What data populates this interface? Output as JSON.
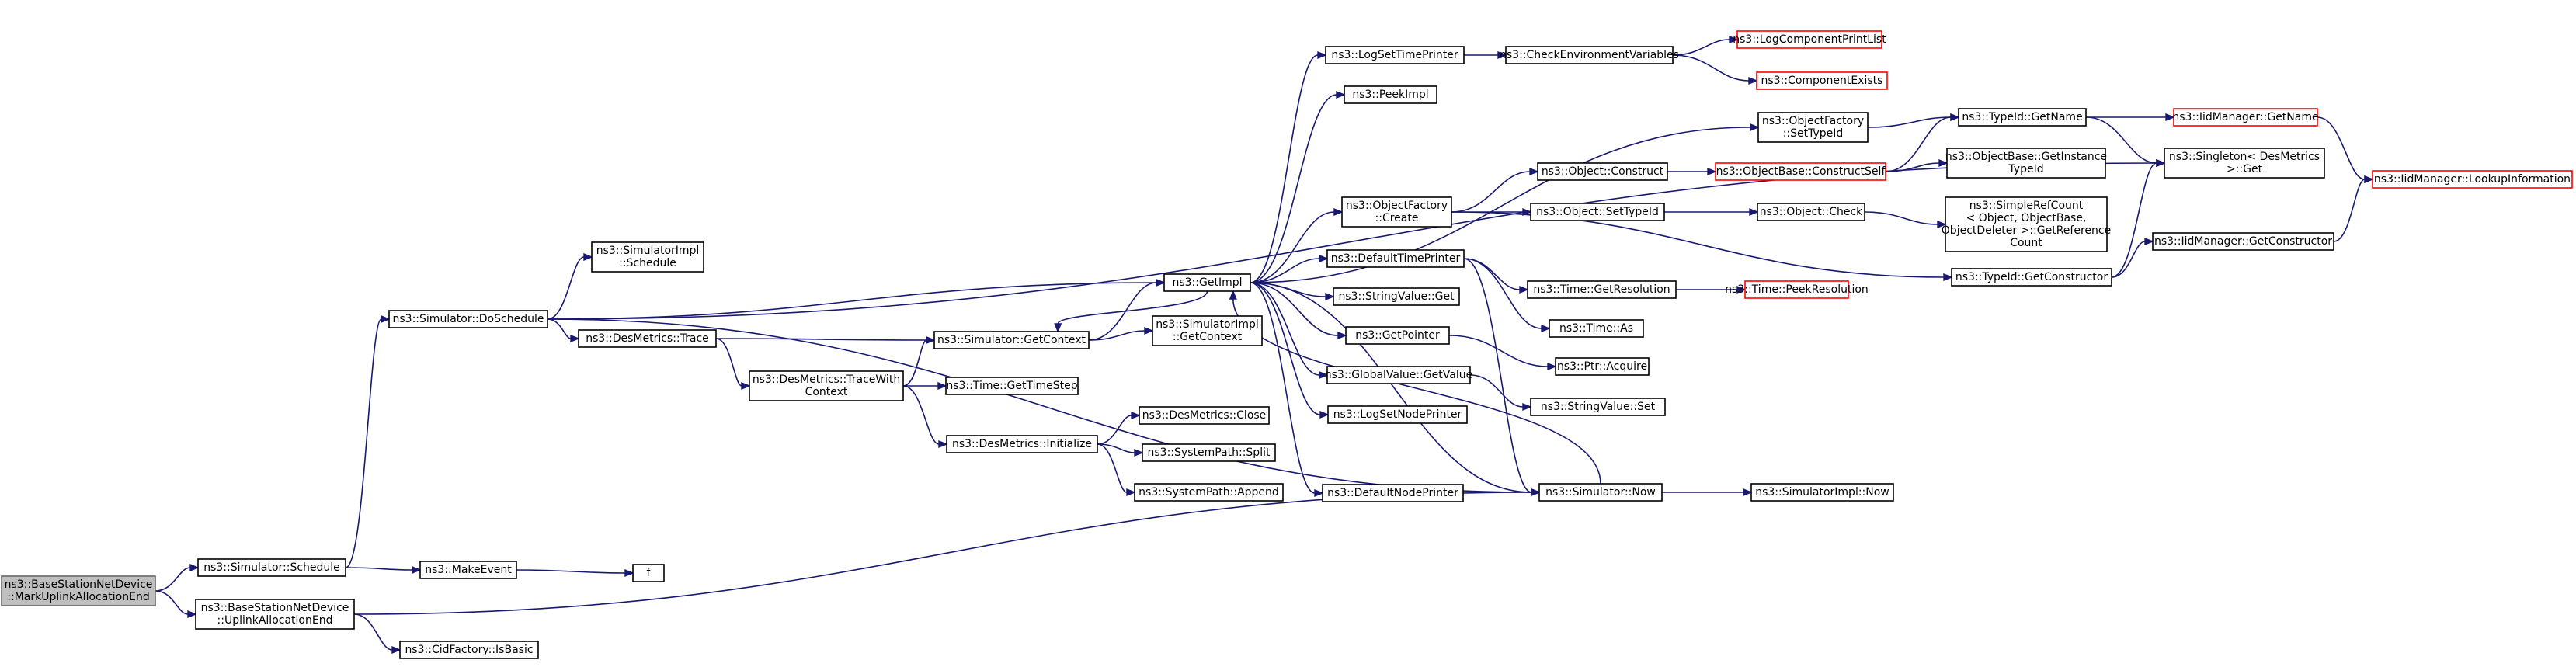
{
  "diagram": {
    "colors": {
      "edge": "#191970",
      "node_border": "#000000",
      "node_fill": "#ffffff",
      "missing_border": "#ff0000",
      "root_fill": "#bfbfbf",
      "root_border": "#666666"
    },
    "nodes": {
      "mark_uplink": {
        "lines": [
          "ns3::BaseStationNetDevice",
          "::MarkUplinkAllocationEnd"
        ],
        "style": "root"
      },
      "sim_schedule": {
        "lines": [
          "ns3::Simulator::Schedule"
        ],
        "style": "normal"
      },
      "bs_uplink_end": {
        "lines": [
          "ns3::BaseStationNetDevice",
          "::UplinkAllocationEnd"
        ],
        "style": "normal"
      },
      "sim_doschedule": {
        "lines": [
          "ns3::Simulator::DoSchedule"
        ],
        "style": "normal"
      },
      "make_event": {
        "lines": [
          "ns3::MakeEvent"
        ],
        "style": "normal"
      },
      "cid_isbasic": {
        "lines": [
          "ns3::CidFactory::IsBasic"
        ],
        "style": "normal"
      },
      "simimpl_schedule": {
        "lines": [
          "ns3::SimulatorImpl",
          "::Schedule"
        ],
        "style": "normal"
      },
      "des_trace": {
        "lines": [
          "ns3::DesMetrics::Trace"
        ],
        "style": "normal"
      },
      "f": {
        "lines": [
          "f"
        ],
        "style": "normal"
      },
      "des_tracewith": {
        "lines": [
          "ns3::DesMetrics::TraceWith",
          "Context"
        ],
        "style": "normal"
      },
      "sim_getcontext": {
        "lines": [
          "ns3::Simulator::GetContext"
        ],
        "style": "normal"
      },
      "time_getstep": {
        "lines": [
          "ns3::Time::GetTimeStep"
        ],
        "style": "normal"
      },
      "des_initialize": {
        "lines": [
          "ns3::DesMetrics::Initialize"
        ],
        "style": "normal"
      },
      "getimpl": {
        "lines": [
          "ns3::GetImpl"
        ],
        "style": "normal"
      },
      "simimpl_getcontext": {
        "lines": [
          "ns3::SimulatorImpl",
          "::GetContext"
        ],
        "style": "normal"
      },
      "des_close": {
        "lines": [
          "ns3::DesMetrics::Close"
        ],
        "style": "normal"
      },
      "syspath_split": {
        "lines": [
          "ns3::SystemPath::Split"
        ],
        "style": "normal"
      },
      "syspath_append": {
        "lines": [
          "ns3::SystemPath::Append"
        ],
        "style": "normal"
      },
      "logsettimeprinter": {
        "lines": [
          "ns3::LogSetTimePrinter"
        ],
        "style": "normal"
      },
      "peekimpl": {
        "lines": [
          "ns3::PeekImpl"
        ],
        "style": "normal"
      },
      "objfactory_create": {
        "lines": [
          "ns3::ObjectFactory",
          "::Create"
        ],
        "style": "normal"
      },
      "defaulttimeprinter": {
        "lines": [
          "ns3::DefaultTimePrinter"
        ],
        "style": "normal"
      },
      "stringvalue_get": {
        "lines": [
          "ns3::StringValue::Get"
        ],
        "style": "normal"
      },
      "getpointer": {
        "lines": [
          "ns3::GetPointer"
        ],
        "style": "normal"
      },
      "globalvalue_getvalue": {
        "lines": [
          "ns3::GlobalValue::GetValue"
        ],
        "style": "normal"
      },
      "logsetnodeprinter": {
        "lines": [
          "ns3::LogSetNodePrinter"
        ],
        "style": "normal"
      },
      "defaultnodeprinter": {
        "lines": [
          "ns3::DefaultNodePrinter"
        ],
        "style": "normal"
      },
      "checkenv": {
        "lines": [
          "ns3::CheckEnvironmentVariables"
        ],
        "style": "normal"
      },
      "objfactory_settypeid": {
        "lines": [
          "ns3::ObjectFactory",
          "::SetTypeId"
        ],
        "style": "normal"
      },
      "object_construct": {
        "lines": [
          "ns3::Object::Construct"
        ],
        "style": "normal"
      },
      "object_settypeid": {
        "lines": [
          "ns3::Object::SetTypeId"
        ],
        "style": "normal"
      },
      "time_getresolution": {
        "lines": [
          "ns3::Time::GetResolution"
        ],
        "style": "normal"
      },
      "time_as": {
        "lines": [
          "ns3::Time::As"
        ],
        "style": "normal"
      },
      "ptr_acquire": {
        "lines": [
          "ns3::Ptr::Acquire"
        ],
        "style": "normal"
      },
      "stringvalue_set": {
        "lines": [
          "ns3::StringValue::Set"
        ],
        "style": "normal"
      },
      "sim_now": {
        "lines": [
          "ns3::Simulator::Now"
        ],
        "style": "normal"
      },
      "logcomponentprintlist": {
        "lines": [
          "ns3::LogComponentPrintList"
        ],
        "style": "missing"
      },
      "componentexists": {
        "lines": [
          "ns3::ComponentExists"
        ],
        "style": "missing"
      },
      "objbase_constructself": {
        "lines": [
          "ns3::ObjectBase::ConstructSelf"
        ],
        "style": "missing"
      },
      "object_check": {
        "lines": [
          "ns3::Object::Check"
        ],
        "style": "normal"
      },
      "time_peekresolution": {
        "lines": [
          "ns3::Time::PeekResolution"
        ],
        "style": "missing"
      },
      "simimpl_now": {
        "lines": [
          "ns3::SimulatorImpl::Now"
        ],
        "style": "normal"
      },
      "typeid_getname": {
        "lines": [
          "ns3::TypeId::GetName"
        ],
        "style": "normal"
      },
      "objbase_getinstance": {
        "lines": [
          "ns3::ObjectBase::GetInstance",
          "TypeId"
        ],
        "style": "normal"
      },
      "simplerefcount": {
        "lines": [
          "ns3::SimpleRefCount",
          "< Object, ObjectBase,",
          "ObjectDeleter >::GetReference",
          "Count"
        ],
        "style": "normal"
      },
      "typeid_getconstructor": {
        "lines": [
          "ns3::TypeId::GetConstructor"
        ],
        "style": "normal"
      },
      "iidmanager_getname": {
        "lines": [
          "ns3::IidManager::GetName"
        ],
        "style": "missing"
      },
      "singleton_get": {
        "lines": [
          "ns3::Singleton< DesMetrics",
          ">::Get"
        ],
        "style": "normal"
      },
      "iidmanager_getconstructor": {
        "lines": [
          "ns3::IidManager::GetConstructor"
        ],
        "style": "normal"
      },
      "iidmanager_lookup": {
        "lines": [
          "ns3::IidManager::LookupInformation"
        ],
        "style": "missing"
      }
    },
    "edges": [
      [
        "mark_uplink",
        "sim_schedule"
      ],
      [
        "mark_uplink",
        "bs_uplink_end"
      ],
      [
        "sim_schedule",
        "sim_doschedule"
      ],
      [
        "sim_schedule",
        "make_event"
      ],
      [
        "bs_uplink_end",
        "cid_isbasic"
      ],
      [
        "bs_uplink_end",
        "sim_now"
      ],
      [
        "sim_doschedule",
        "simimpl_schedule"
      ],
      [
        "sim_doschedule",
        "des_trace"
      ],
      [
        "sim_doschedule",
        "getimpl"
      ],
      [
        "sim_doschedule",
        "singleton_get"
      ],
      [
        "sim_doschedule",
        "sim_now"
      ],
      [
        "make_event",
        "f"
      ],
      [
        "des_trace",
        "des_tracewith"
      ],
      [
        "des_trace",
        "sim_getcontext"
      ],
      [
        "des_tracewith",
        "sim_getcontext"
      ],
      [
        "des_tracewith",
        "time_getstep"
      ],
      [
        "des_tracewith",
        "des_initialize"
      ],
      [
        "sim_getcontext",
        "getimpl"
      ],
      [
        "sim_getcontext",
        "simimpl_getcontext"
      ],
      [
        "des_initialize",
        "des_close"
      ],
      [
        "des_initialize",
        "syspath_split"
      ],
      [
        "des_initialize",
        "syspath_append"
      ],
      [
        "getimpl",
        "logsettimeprinter"
      ],
      [
        "getimpl",
        "peekimpl"
      ],
      [
        "getimpl",
        "objfactory_settypeid"
      ],
      [
        "getimpl",
        "objfactory_create"
      ],
      [
        "getimpl",
        "defaulttimeprinter"
      ],
      [
        "getimpl",
        "stringvalue_get"
      ],
      [
        "getimpl",
        "getpointer"
      ],
      [
        "getimpl",
        "globalvalue_getvalue"
      ],
      [
        "getimpl",
        "logsetnodeprinter"
      ],
      [
        "getimpl",
        "defaultnodeprinter"
      ],
      [
        "getimpl",
        "sim_now"
      ],
      [
        "getimpl",
        "sim_getcontext"
      ],
      [
        "sim_now",
        "getimpl"
      ],
      [
        "sim_now",
        "simimpl_now"
      ],
      [
        "logsettimeprinter",
        "checkenv"
      ],
      [
        "checkenv",
        "logcomponentprintlist"
      ],
      [
        "checkenv",
        "componentexists"
      ],
      [
        "objfactory_create",
        "object_construct"
      ],
      [
        "objfactory_create",
        "object_settypeid"
      ],
      [
        "objfactory_create",
        "typeid_getconstructor"
      ],
      [
        "defaulttimeprinter",
        "time_getresolution"
      ],
      [
        "defaulttimeprinter",
        "time_as"
      ],
      [
        "defaulttimeprinter",
        "sim_now"
      ],
      [
        "getpointer",
        "ptr_acquire"
      ],
      [
        "globalvalue_getvalue",
        "stringvalue_set"
      ],
      [
        "objfactory_settypeid",
        "typeid_getname"
      ],
      [
        "object_construct",
        "objbase_constructself"
      ],
      [
        "object_settypeid",
        "object_check"
      ],
      [
        "object_check",
        "simplerefcount"
      ],
      [
        "time_getresolution",
        "time_peekresolution"
      ],
      [
        "objbase_constructself",
        "typeid_getname"
      ],
      [
        "objbase_constructself",
        "objbase_getinstance"
      ],
      [
        "typeid_getname",
        "iidmanager_getname"
      ],
      [
        "typeid_getname",
        "singleton_get"
      ],
      [
        "iidmanager_getname",
        "iidmanager_lookup"
      ],
      [
        "typeid_getconstructor",
        "singleton_get"
      ],
      [
        "typeid_getconstructor",
        "iidmanager_getconstructor"
      ],
      [
        "iidmanager_getconstructor",
        "iidmanager_lookup"
      ]
    ]
  }
}
